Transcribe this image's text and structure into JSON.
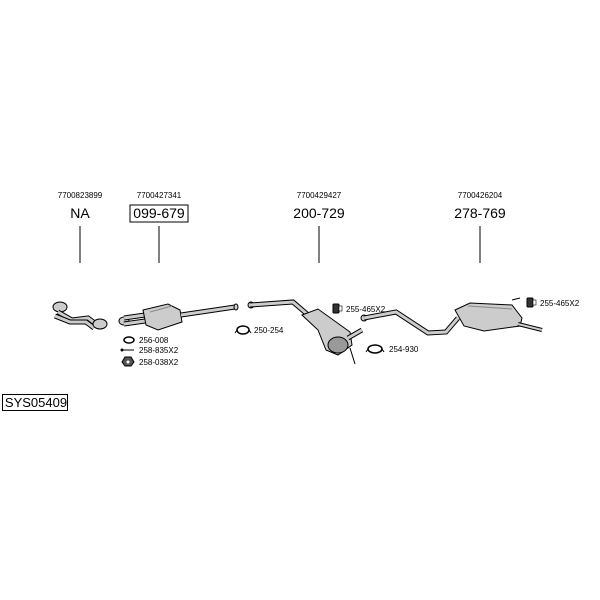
{
  "parts": [
    {
      "oem": "7700823899",
      "ref": "NA",
      "boxed": false
    },
    {
      "oem": "7700427341",
      "ref": "099-679",
      "boxed": true
    },
    {
      "oem": "7700429427",
      "ref": "200-729",
      "boxed": false
    },
    {
      "oem": "7700426204",
      "ref": "278-769",
      "boxed": false
    }
  ],
  "accessories": [
    {
      "label": "256-008",
      "icon": "gasket-ring-icon"
    },
    {
      "label": "258-835X2",
      "icon": "bolt-icon"
    },
    {
      "label": "258-038X2",
      "icon": "nut-icon"
    },
    {
      "label": "250-254",
      "icon": "clamp-icon"
    },
    {
      "label": "255-465X2",
      "icon": "rubber-hanger-icon"
    },
    {
      "label": "254-930",
      "icon": "pipe-clamp-icon"
    },
    {
      "label": "255-465X2",
      "icon": "rubber-hanger-icon"
    }
  ],
  "system_id": "SYS05409",
  "colors": {
    "line": "#000000",
    "part_fill": "#cccccc",
    "part_dark": "#888888"
  }
}
